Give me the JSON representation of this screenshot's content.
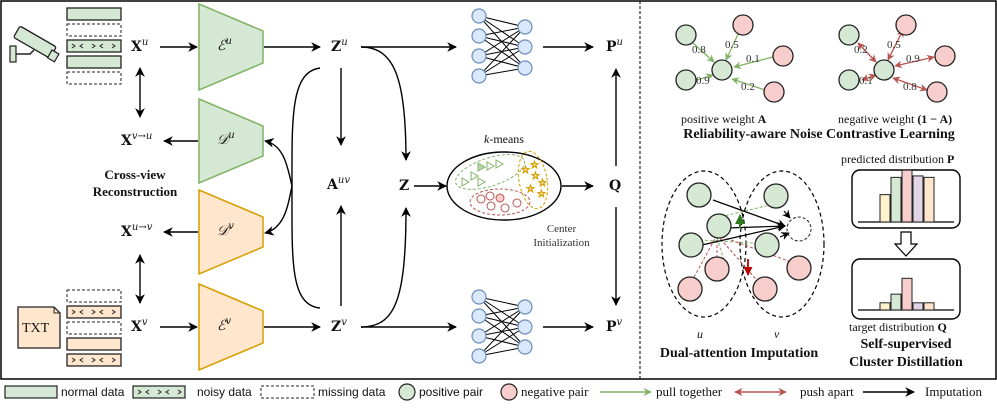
{
  "left_panel": {
    "inputs": {
      "x_u": {
        "base": "X",
        "sup": "u"
      },
      "x_v": {
        "base": "X",
        "sup": "v"
      },
      "x_v_to_u": {
        "base": "X",
        "sup": "v→u"
      },
      "x_u_to_v": {
        "base": "X",
        "sup": "u→v"
      },
      "txt_icon_label": "TXT"
    },
    "modules": {
      "encoder_u": {
        "base": "ℰ",
        "sup": "u",
        "color": "#d5e8d4",
        "stroke": "#82b366"
      },
      "decoder_u": {
        "base": "𝒟",
        "sup": "u",
        "color": "#d5e8d4",
        "stroke": "#82b366"
      },
      "decoder_v": {
        "base": "𝒟",
        "sup": "v",
        "color": "#ffe6cc",
        "stroke": "#d6a000"
      },
      "encoder_v": {
        "base": "ℰ",
        "sup": "v",
        "color": "#ffe6cc",
        "stroke": "#d6a000"
      }
    },
    "reconstruction_title_line1": "Cross-view",
    "reconstruction_title_line2": "Reconstruction",
    "latents": {
      "z_u": {
        "base": "Z",
        "sup": "u"
      },
      "z_v": {
        "base": "Z",
        "sup": "v"
      },
      "z": {
        "base": "Z"
      },
      "a_uv": {
        "base": "A",
        "sup": "uv"
      }
    },
    "clustering": {
      "kmeans_label_k": "k",
      "kmeans_label_rest": "-means",
      "center_init_line1": "Center",
      "center_init_line2": "Initialization",
      "q": {
        "base": "Q"
      }
    },
    "outputs": {
      "p_u": {
        "base": "P",
        "sup": "u"
      },
      "p_v": {
        "base": "P",
        "sup": "v"
      }
    }
  },
  "right_panel": {
    "positive_graph": {
      "caption_prefix": "positive weight ",
      "caption_math": "A",
      "weights": [
        "0.8",
        "0.5",
        "0.1",
        "0.9",
        "0.2"
      ]
    },
    "negative_graph": {
      "caption_prefix": "negative weight ",
      "caption_math": "(1 − A)",
      "weights": [
        "0.2",
        "0.5",
        "0.9",
        "0.1",
        "0.8"
      ]
    },
    "contrastive_title": "Reliability-aware Noise Contrastive Learning",
    "imputation": {
      "view_u_label": "u",
      "view_v_label": "v",
      "title": "Dual-attention Imputation"
    },
    "distillation": {
      "predicted_label": "predicted distribution ",
      "predicted_math": "P",
      "target_label": "target distribution ",
      "target_math": "Q",
      "title_line1": "Self-supervised",
      "title_line2": "Cluster Distillation",
      "predicted_bars": [
        {
          "height": 38,
          "color": "#fff2cc"
        },
        {
          "height": 62,
          "color": "#d5e8d4"
        },
        {
          "height": 72,
          "color": "#f8cecc"
        },
        {
          "height": 64,
          "color": "#e1d5e7"
        },
        {
          "height": 62,
          "color": "#ffe6cc"
        }
      ],
      "target_bars": [
        {
          "height": 10,
          "color": "#fff2cc"
        },
        {
          "height": 22,
          "color": "#d5e8d4"
        },
        {
          "height": 44,
          "color": "#f8cecc"
        },
        {
          "height": 10,
          "color": "#e1d5e7"
        },
        {
          "height": 10,
          "color": "#ffe6cc"
        }
      ]
    }
  },
  "legend": {
    "normal_data": "normal data",
    "noisy_data": "noisy data",
    "missing_data": "missing data",
    "positive_pair": "positive pair",
    "negative_pair": "negative pair",
    "pull_together": "pull together",
    "push_apart": "push apart",
    "imputation": "Imputation"
  },
  "colors": {
    "green_fill": "#d5e8d4",
    "green_stroke": "#82b366",
    "orange_fill": "#ffe6cc",
    "orange_stroke": "#d6a000",
    "pink_fill": "#f8cecc",
    "red_stroke": "#b85450",
    "blue_fill": "#dae8fc",
    "blue_stroke": "#6c8ebf"
  }
}
